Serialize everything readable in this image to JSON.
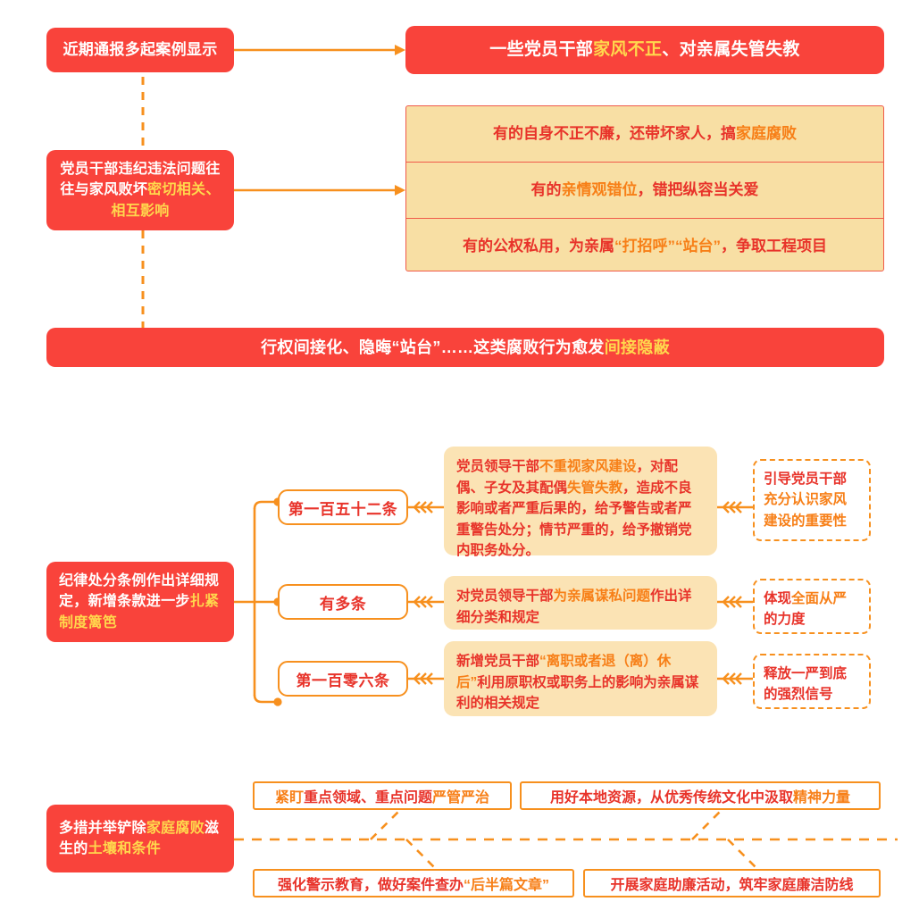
{
  "theme": {
    "red": "#f9433b",
    "deep_red_text": "#e8332a",
    "orange": "#f7901e",
    "yellow_highlight": "#ffd84d",
    "cream_table_bg": "#f8dfa4",
    "cream_card_bg": "#fbe3b4",
    "page_bg": "#ffffff"
  },
  "section1": {
    "source_label": "近期通报多起案例显示",
    "banner": {
      "part1": "一些党员干部",
      "highlight": "家风不正",
      "part2": "、对亲属失管失教"
    }
  },
  "section2": {
    "lead": {
      "part1": "党员干部违纪违法问题往往与家风败坏",
      "highlight": "密切相关、相互影响"
    },
    "rows": [
      {
        "part1": "有的自身不正不廉，还带坏家人，搞",
        "highlight": "家庭腐败",
        "part2": ""
      },
      {
        "part1": "有的",
        "highlight": "亲情观错位",
        "part2": "，错把纵容当关爱"
      },
      {
        "part1": "有的公权私用，为亲属",
        "highlight": "“打招呼”“站台”",
        "part2": "，争取工程项目"
      }
    ],
    "summary_banner": {
      "part1": "行权间接化、隐晦“站台”……这类腐败行为愈发",
      "highlight": "间接隐蔽"
    }
  },
  "section3": {
    "lead": {
      "part1": "纪律处分条例作出详细规定，新增条款进一步",
      "highlight": "扎紧制度篱笆"
    },
    "branches": [
      {
        "article": "第一百五十二条",
        "content": {
          "part1": "党员领导干部",
          "hl1": "不重视家风建设",
          "part2": "，对配偶、子女及其配偶",
          "hl2": "失管失教",
          "part3": "，造成不良影响或者严重后果的，给予警告或者严重警告处分；情节严重的，给予撤销党内职务处分。"
        },
        "outcome": {
          "part1": "引导党员干部",
          "highlight": "充分认识家风建设的重要性"
        }
      },
      {
        "article": "有多条",
        "content": {
          "part1": "对党员领导干部",
          "hl1": "为亲属谋私问题",
          "part2": "作出详细分类和规定",
          "hl2": "",
          "part3": ""
        },
        "outcome": {
          "part1": "体现",
          "highlight": "全面从严",
          "part2": "的力度"
        }
      },
      {
        "article": "第一百零六条",
        "content": {
          "part1": "新增党员干部",
          "hl1": "“离职或者退（离）休后”",
          "part2": "利用原职权或职务上的影响为亲属谋利的相关规定",
          "hl2": "",
          "part3": ""
        },
        "outcome": {
          "part1": "释放一严到底的强烈信号",
          "highlight": ""
        }
      }
    ]
  },
  "section4": {
    "lead": {
      "part1": "多措并举铲除",
      "hl1": "家庭腐败",
      "part2": "滋生的",
      "hl2": "土壤和条件"
    },
    "measures": [
      {
        "part1": "",
        "hl1": "紧盯",
        "part2": "重点领域、重点问题",
        "hl2": "严管严治",
        "part3": ""
      },
      {
        "part1": "用好本地资源，从优秀传统文化中汲取",
        "hl1": "精神力量",
        "part2": "",
        "hl2": "",
        "part3": ""
      },
      {
        "part1": "强化警示教育，做好案件查办",
        "hl1": "“后半篇文章”",
        "part2": "",
        "hl2": "",
        "part3": ""
      },
      {
        "part1": "开展家庭助廉活动，筑牢家庭廉洁防线",
        "hl1": "",
        "part2": "",
        "hl2": "",
        "part3": ""
      }
    ]
  }
}
